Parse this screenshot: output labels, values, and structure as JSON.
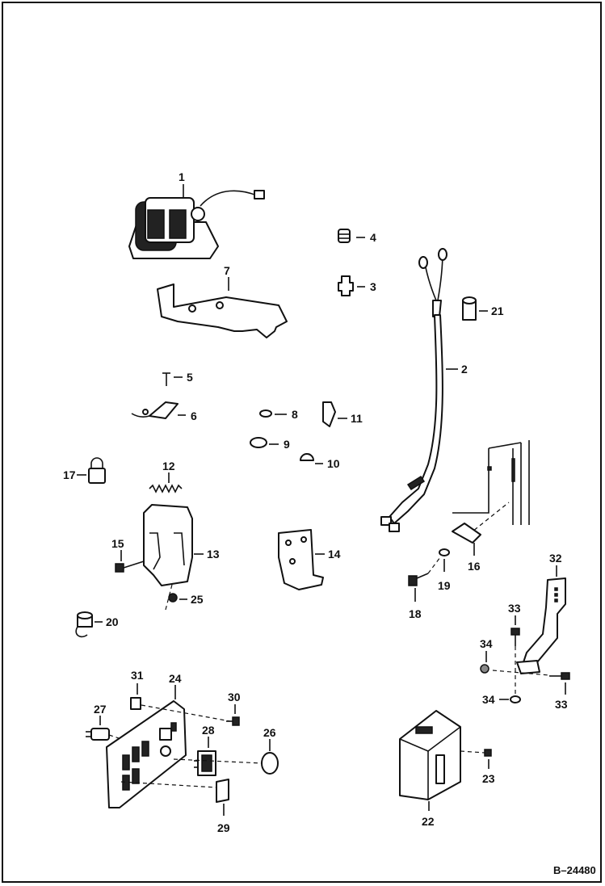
{
  "figure_ref": "B–24480",
  "labels": {
    "p1": "1",
    "p2": "2",
    "p3": "3",
    "p4": "4",
    "p5": "5",
    "p6": "6",
    "p7": "7",
    "p8": "8",
    "p9": "9",
    "p10": "10",
    "p11": "11",
    "p12": "12",
    "p13": "13",
    "p14": "14",
    "p15": "15",
    "p16": "16",
    "p17": "17",
    "p18": "18",
    "p19": "19",
    "p20": "20",
    "p21": "21",
    "p22": "22",
    "p23": "23",
    "p24": "24",
    "p25": "25",
    "p26": "26",
    "p27": "27",
    "p28": "28",
    "p29": "29",
    "p30": "30",
    "p31": "31",
    "p32": "32",
    "p33a": "33",
    "p33b": "33",
    "p34a": "34",
    "p34b": "34"
  },
  "colors": {
    "ink": "#111111",
    "paper": "#ffffff"
  }
}
